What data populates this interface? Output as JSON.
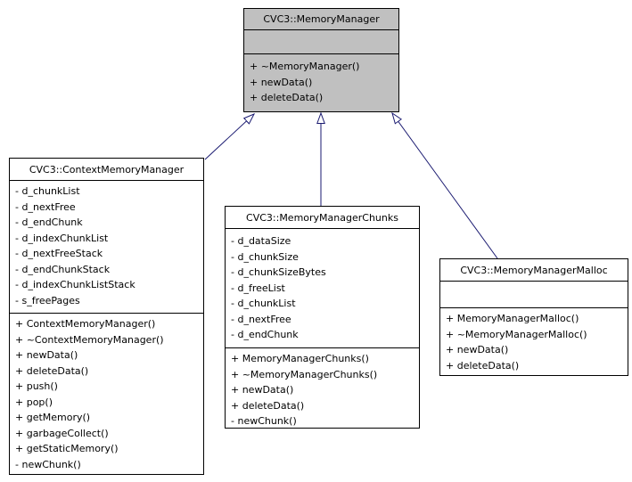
{
  "diagram": {
    "kind": "uml-class-inheritance",
    "background_color": "#ffffff",
    "arrow_color": "#191970",
    "base_class_fill": "#c0c0c0",
    "derived_class_fill": "#ffffff",
    "border_color": "#000000"
  },
  "classes": [
    {
      "name": "CVC3::MemoryManager",
      "attributes": [],
      "methods": [
        "+ ~MemoryManager()",
        "+ newData()",
        "+ deleteData()"
      ]
    },
    {
      "name": "CVC3::ContextMemoryManager",
      "attributes": [
        "- d_chunkList",
        "- d_nextFree",
        "- d_endChunk",
        "- d_indexChunkList",
        "- d_nextFreeStack",
        "- d_endChunkStack",
        "- d_indexChunkListStack",
        "- s_freePages"
      ],
      "methods": [
        "+ ContextMemoryManager()",
        "+ ~ContextMemoryManager()",
        "+ newData()",
        "+ deleteData()",
        "+ push()",
        "+ pop()",
        "+ getMemory()",
        "+ garbageCollect()",
        "+ getStaticMemory()",
        "- newChunk()"
      ]
    },
    {
      "name": "CVC3::MemoryManagerChunks",
      "attributes": [
        "- d_dataSize",
        "- d_chunkSize",
        "- d_chunkSizeBytes",
        "- d_freeList",
        "- d_chunkList",
        "- d_nextFree",
        "- d_endChunk"
      ],
      "methods": [
        "+ MemoryManagerChunks()",
        "+ ~MemoryManagerChunks()",
        "+ newData()",
        "+ deleteData()",
        "- newChunk()"
      ]
    },
    {
      "name": "CVC3::MemoryManagerMalloc",
      "attributes": [],
      "methods": [
        "+ MemoryManagerMalloc()",
        "+ ~MemoryManagerMalloc()",
        "+ newData()",
        "+ deleteData()"
      ]
    }
  ],
  "relations": [
    {
      "from": "CVC3::ContextMemoryManager",
      "to": "CVC3::MemoryManager",
      "type": "inheritance"
    },
    {
      "from": "CVC3::MemoryManagerChunks",
      "to": "CVC3::MemoryManager",
      "type": "inheritance"
    },
    {
      "from": "CVC3::MemoryManagerMalloc",
      "to": "CVC3::MemoryManager",
      "type": "inheritance"
    }
  ]
}
